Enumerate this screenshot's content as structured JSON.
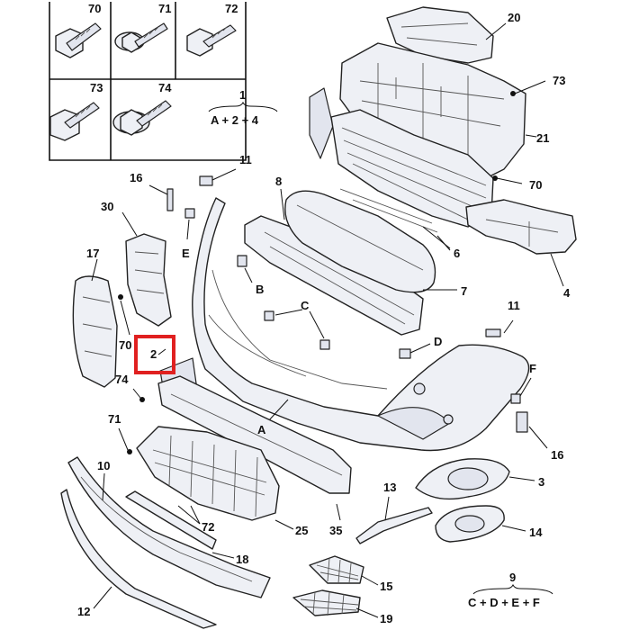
{
  "fastener_legend": {
    "cells": [
      {
        "code": "70"
      },
      {
        "code": "71"
      },
      {
        "code": "72"
      },
      {
        "code": "73"
      },
      {
        "code": "74"
      }
    ]
  },
  "assemblies": [
    {
      "number": "1",
      "formula": "A + 2 + 4"
    },
    {
      "number": "9",
      "formula": "C + D + E + F"
    }
  ],
  "callouts": {
    "c20": "20",
    "c73": "73",
    "c21": "21",
    "c70a": "70",
    "c11a": "11",
    "c16a": "16",
    "c30": "30",
    "c8": "8",
    "c6": "6",
    "cE": "E",
    "c17": "17",
    "c4": "4",
    "cB": "B",
    "c7": "7",
    "cC": "C",
    "c11b": "11",
    "c70b": "70",
    "c2": "2",
    "cD": "D",
    "c74": "74",
    "cF": "F",
    "cA": "A",
    "c71": "71",
    "c16b": "16",
    "c10": "10",
    "c3": "3",
    "c13": "13",
    "c72": "72",
    "c25": "25",
    "c35": "35",
    "c14": "14",
    "c18": "18",
    "c15": "15",
    "c12": "12",
    "c19": "19"
  },
  "highlight": {
    "label": "2",
    "color": "#e02020"
  }
}
